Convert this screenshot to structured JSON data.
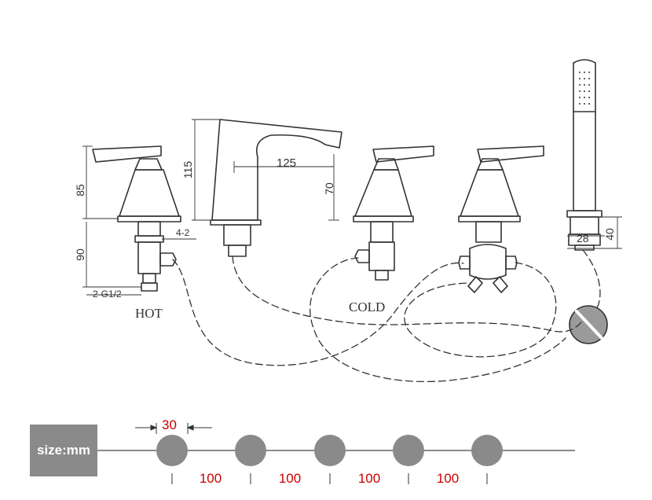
{
  "dimensions": {
    "handle_height": "85",
    "spout_height": "115",
    "spout_reach": "125",
    "spout_outlet_height": "70",
    "connector": "4-2",
    "valve_height": "90",
    "thread": "2-G1/2",
    "shower_width": "28",
    "shower_height": "40"
  },
  "labels": {
    "hot": "HOT",
    "cold": "COLD"
  },
  "footer": {
    "size_label": "size:mm",
    "hole_diameter": "30",
    "spacings": [
      "100",
      "100",
      "100",
      "100"
    ]
  },
  "colors": {
    "line": "#333333",
    "hole": "#8a8a8a",
    "dim_red": "#cc0000",
    "label_bg": "#8a8a8a"
  }
}
